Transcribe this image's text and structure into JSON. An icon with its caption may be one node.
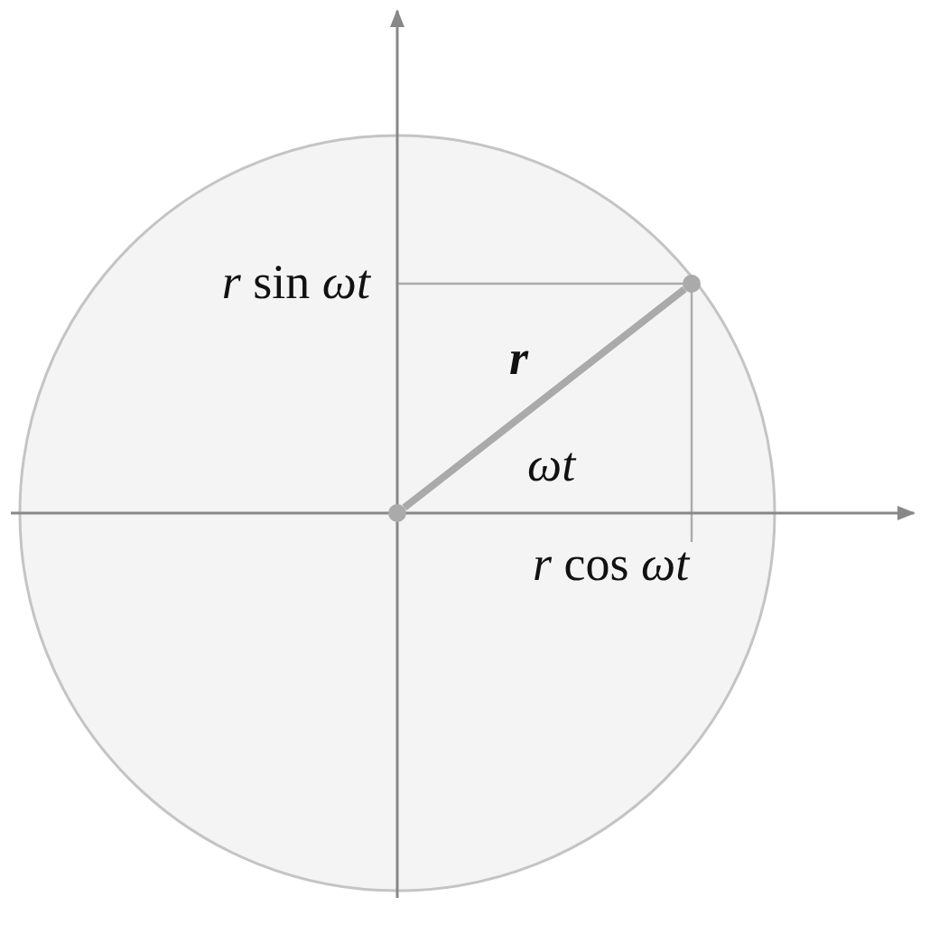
{
  "diagram": {
    "nodes": [
      {
        "text": [],
        "shape": "circle"
      },
      {
        "text": [],
        "shape": "circle"
      }
    ],
    "edges": [
      {
        "from": 0,
        "to": 1,
        "arrow": "none",
        "label": "r"
      }
    ],
    "labels": [
      "*r* sin *ωt*",
      "*ωt*",
      "*r* cos *ωt*"
    ]
  }
}
